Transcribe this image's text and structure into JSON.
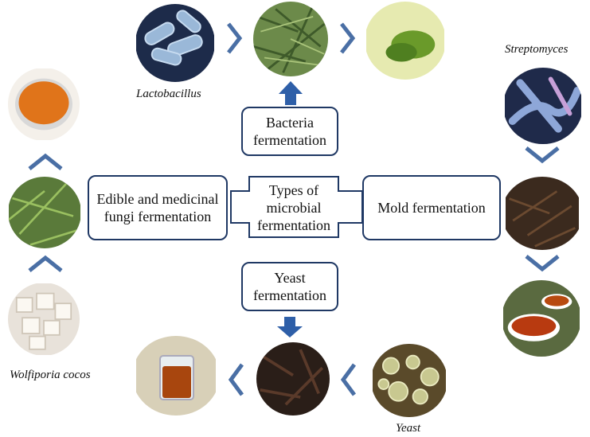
{
  "center": {
    "label": "Types of microbial fermentation"
  },
  "boxes": {
    "bacteria": "Bacteria fermentation",
    "yeast": "Yeast fermentation",
    "mold": "Mold fermentation",
    "fungi": "Edible and medicinal fungi fermentation"
  },
  "captions": {
    "lactobacillus": "Lactobacillus",
    "streptomyces": "Streptomyces",
    "yeast": "Yeast",
    "wolfiporia": "Wolfiporia cocos"
  },
  "colors": {
    "box_border": "#1f3864",
    "arrow": "#2e5fa8",
    "chevron_stroke": "#4a6fa5"
  }
}
